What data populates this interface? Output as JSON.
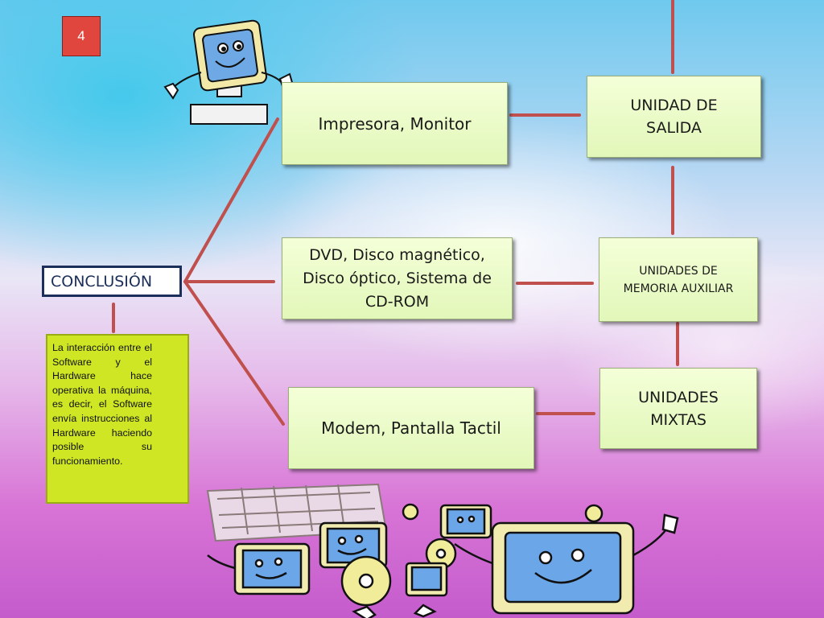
{
  "slide_number": "4",
  "conclusion": {
    "title": "CONCLUSIÓN",
    "text": "La interacción entre el Software y el Hardware hace operativa la máquina, es decir, el Software envía instrucciones al Hardware haciendo posible su funcionamiento."
  },
  "examples": {
    "output": "Impresora, Monitor",
    "storage_line1": "DVD, Disco magnético,",
    "storage_line2": "Disco óptico, Sistema de",
    "storage_line3": "CD-ROM",
    "mixed": "Modem, Pantalla Tactil"
  },
  "units": {
    "output_line1": "UNIDAD DE",
    "output_line2": "SALIDA",
    "storage_line1": "UNIDADES DE",
    "storage_line2": "MEMORIA AUXILIAR",
    "mixed_line1": "UNIDADES",
    "mixed_line2": "MIXTAS"
  },
  "colors": {
    "connector": "#c0504d",
    "note_fill": "#cfe624",
    "box_fill": "#e9fac8",
    "number_badge": "#e0463e"
  },
  "icons": [
    "computer-mascot-icon",
    "computers-group-icon",
    "circuit-board-icon"
  ]
}
